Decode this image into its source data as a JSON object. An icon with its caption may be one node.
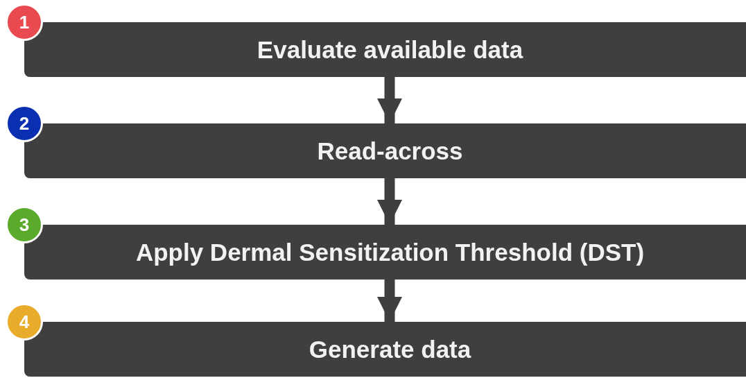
{
  "diagram": {
    "nodes": [
      {
        "text": [
          "1"
        ]
      },
      {
        "text": [
          "Evaluate available data"
        ]
      },
      {
        "text": [
          "2"
        ]
      },
      {
        "text": [
          "Read-across"
        ]
      },
      {
        "text": [
          "3"
        ]
      },
      {
        "text": [
          "Apply Dermal Sensitization Threshold (DST)"
        ]
      },
      {
        "text": [
          "4"
        ]
      },
      {
        "text": [
          "Generate data"
        ]
      }
    ],
    "edges": [
      {
        "from": 1,
        "to": 3,
        "arrow": "to"
      },
      {
        "from": 3,
        "to": 5,
        "arrow": "to"
      },
      {
        "from": 5,
        "to": 7,
        "arrow": "to"
      }
    ]
  }
}
